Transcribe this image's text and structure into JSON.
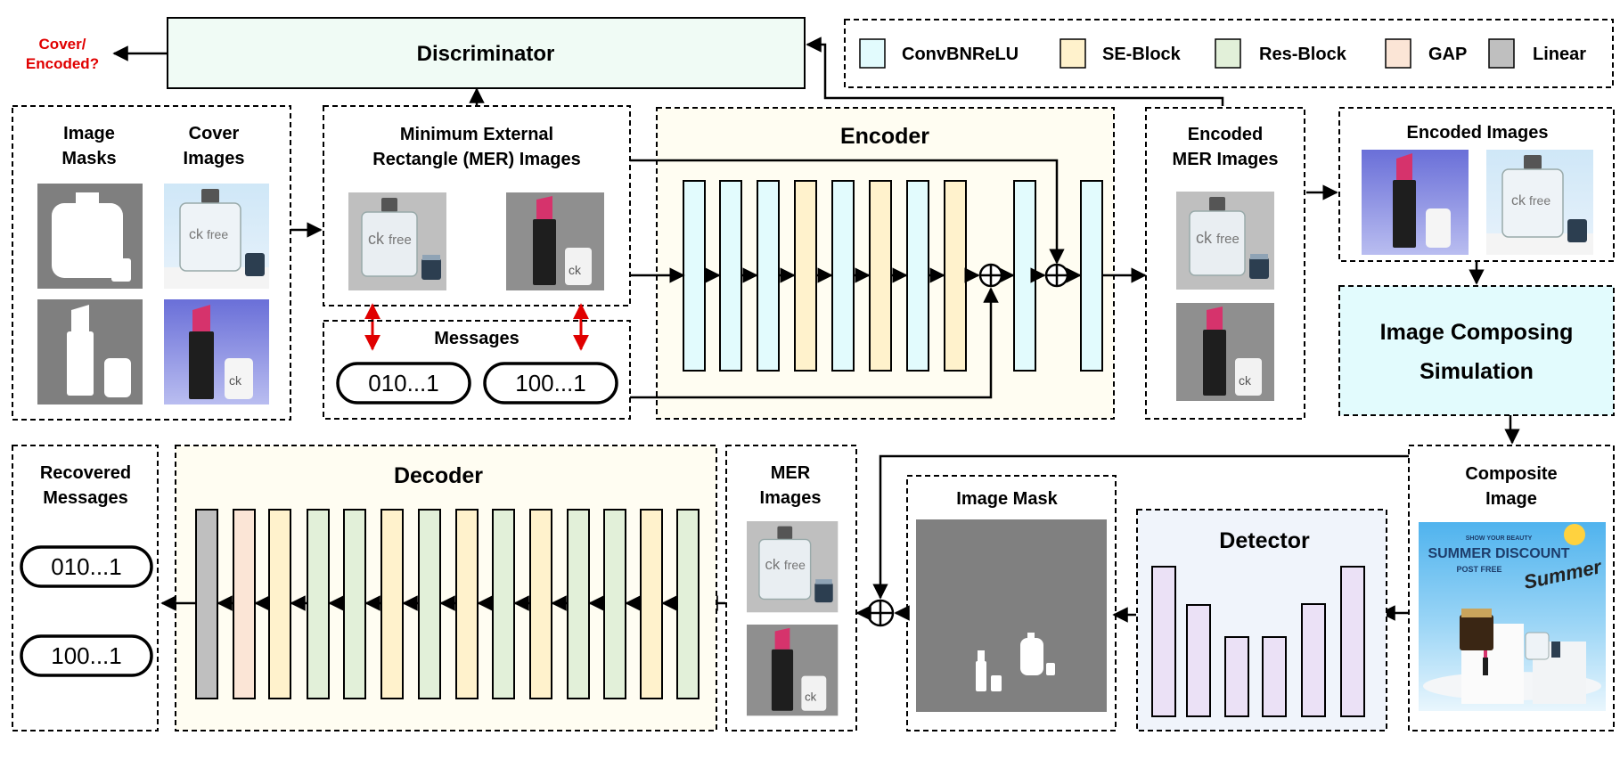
{
  "discriminator": {
    "title": "Discriminator",
    "output_label_line1": "Cover/",
    "output_label_line2": "Encoded?",
    "output_color": "#e00000"
  },
  "legend": {
    "items": [
      {
        "label": "ConvBNReLU",
        "color": "#e2fbfd"
      },
      {
        "label": "SE-Block",
        "color": "#fff2cc"
      },
      {
        "label": "Res-Block",
        "color": "#e2f0d9"
      },
      {
        "label": "GAP",
        "color": "#fbe5d6"
      },
      {
        "label": "Linear",
        "color": "#bfbfbf"
      }
    ]
  },
  "inputs": {
    "masks_line1": "Image",
    "masks_line2": "Masks",
    "cover_line1": "Cover",
    "cover_line2": "Images"
  },
  "mer": {
    "title_line1": "Minimum External",
    "title_line2": "Rectangle (MER) Images"
  },
  "messages": {
    "title": "Messages",
    "msg1": "010...1",
    "msg2": "100...1"
  },
  "encoder": {
    "title": "Encoder",
    "bg": "#fffdf2"
  },
  "encoded_mer": {
    "title_line1": "Encoded",
    "title_line2": "MER Images"
  },
  "encoded_images": {
    "title": "Encoded Images"
  },
  "composing": {
    "line1": "Image Composing",
    "line2": "Simulation",
    "bg": "#e2fbfd"
  },
  "composite": {
    "title_line1": "Composite",
    "title_line2": "Image",
    "poster_small": "SHOW YOUR BEAUTY",
    "poster_big": "SUMMER DISCOUNT",
    "poster_tag": "POST FREE",
    "poster_script": "Summer"
  },
  "detector": {
    "title": "Detector",
    "bg": "#f0f4fb",
    "bar_color": "#ebe1f6"
  },
  "image_mask": {
    "title": "Image Mask"
  },
  "mer_images": {
    "title_line1": "MER",
    "title_line2": "Images"
  },
  "decoder": {
    "title": "Decoder",
    "bg": "#fffdf2"
  },
  "recovered": {
    "title_line1": "Recovered",
    "title_line2": "Messages",
    "msg1": "010...1",
    "msg2": "100...1"
  },
  "product": {
    "perfume_brand": "ck",
    "perfume_brand2": "free",
    "lipstick_brand": "ck"
  }
}
